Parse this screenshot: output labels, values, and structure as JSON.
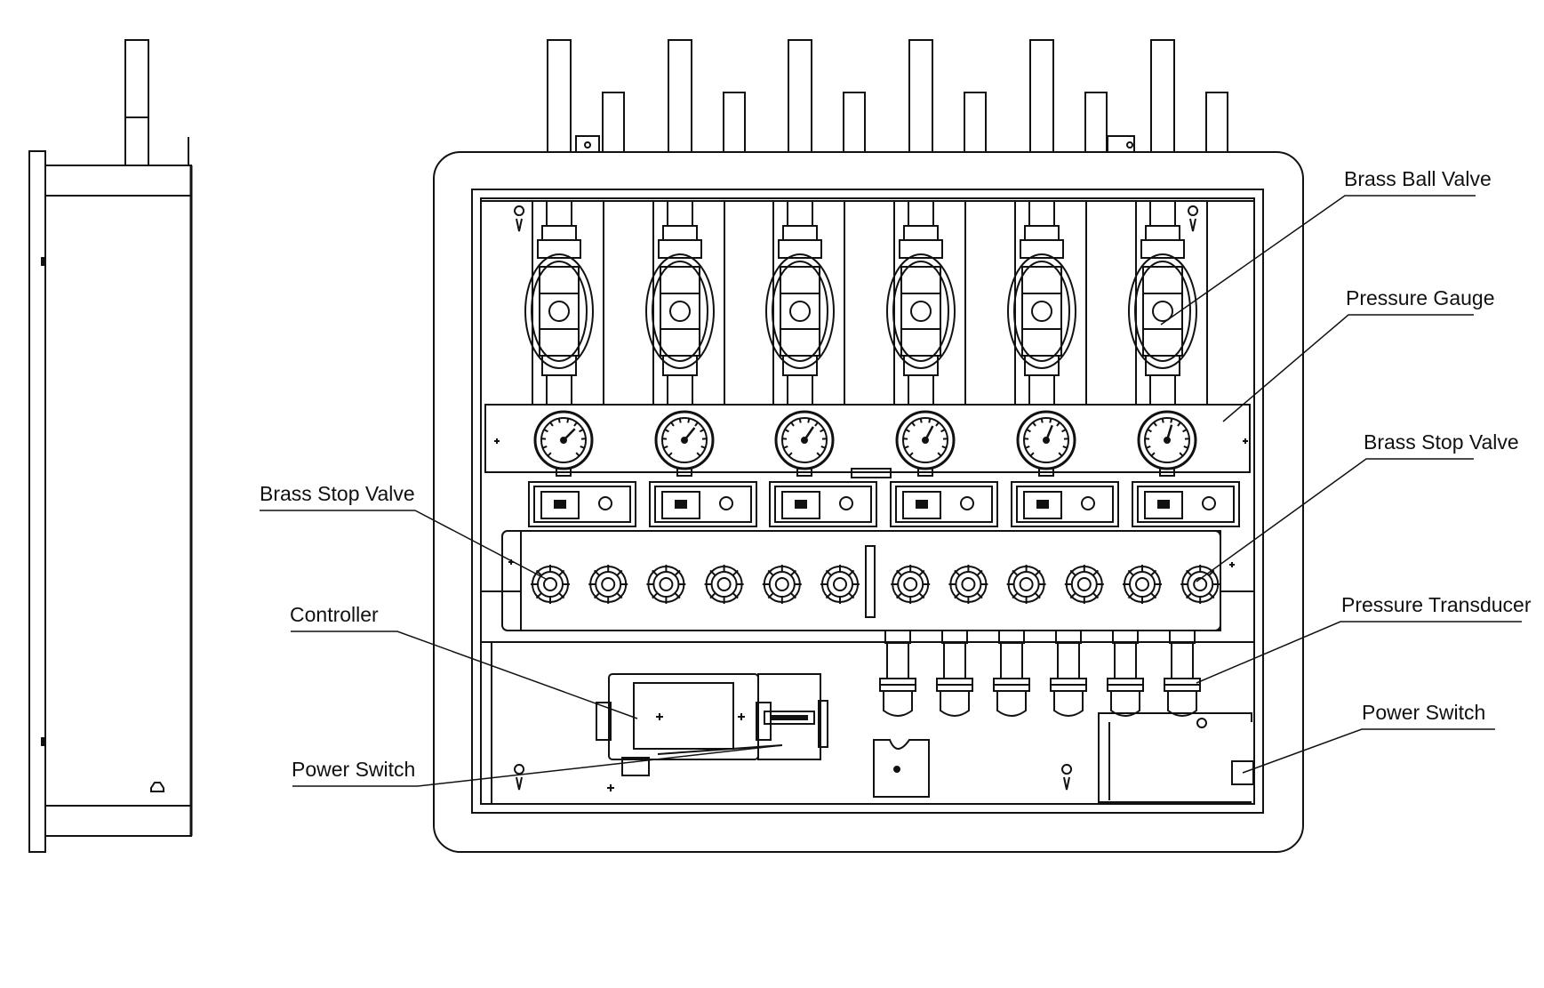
{
  "labels": {
    "brass_ball_valve": "Brass Ball Valve",
    "pressure_gauge": "Pressure Gauge",
    "brass_stop_valve_right": "Brass Stop Valve",
    "pressure_transducer": "Pressure Transducer",
    "power_switch_right": "Power Switch",
    "brass_stop_valve_left": "Brass Stop Valve",
    "controller": "Controller",
    "power_switch_left": "Power Switch"
  },
  "counts": {
    "ball_valves": 6,
    "pressure_gauges": 6,
    "stop_valves": 12,
    "pressure_transducers": 6
  },
  "colors": {
    "line": "#111111",
    "background": "#ffffff"
  }
}
